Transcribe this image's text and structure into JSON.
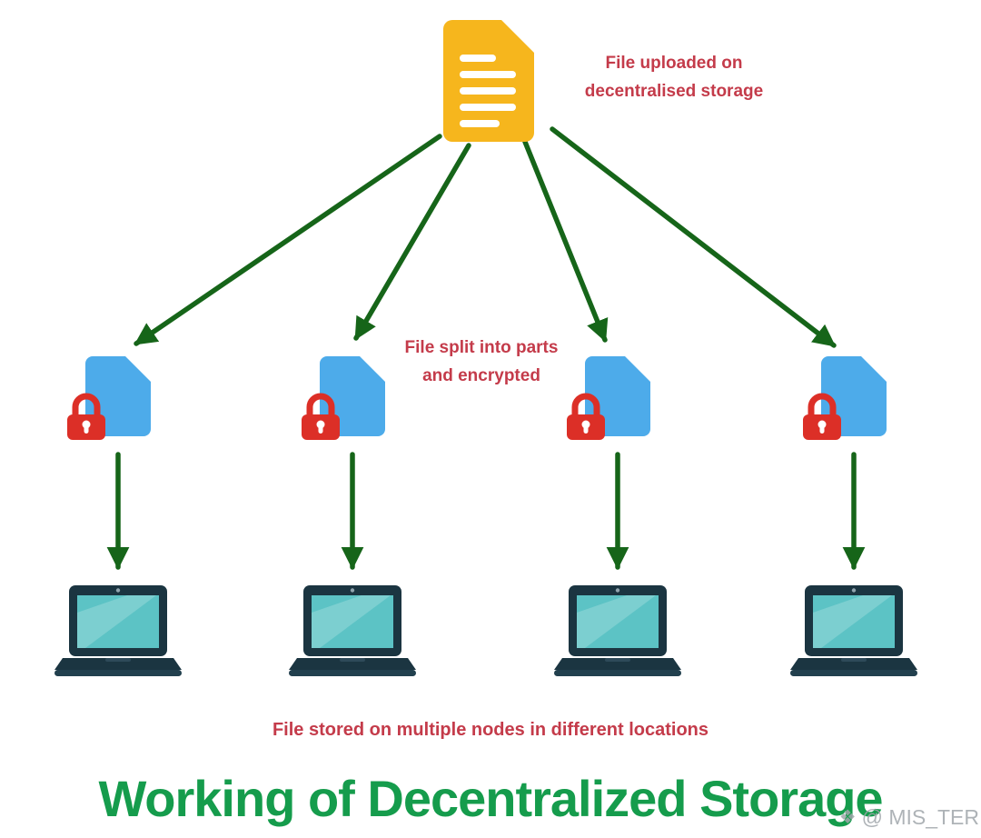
{
  "title": "Working of Decentralized Storage",
  "labels": {
    "upload_line1": "File uploaded on",
    "upload_line2": "decentralised storage",
    "split_line1": "File split into parts",
    "split_line2": "and encrypted",
    "stored": "File stored on multiple nodes in different locations"
  },
  "watermark": {
    "text": "@ MIS_TER",
    "gem_glyph": "❖"
  },
  "icons": {
    "source_file": "document-icon",
    "encrypted_file": "locked-document-icon",
    "node": "laptop-icon",
    "watermark": "gem-icon"
  },
  "colors": {
    "arrow_green": "#166519",
    "title_green": "#159c4c",
    "label_red": "#c43b4a",
    "file_yellow": "#f6b61d",
    "file_blue": "#4dabea",
    "lock_red": "#dc2f27",
    "laptop_screen_teal": "#5cc3c5",
    "laptop_frame": "#1b3541"
  }
}
